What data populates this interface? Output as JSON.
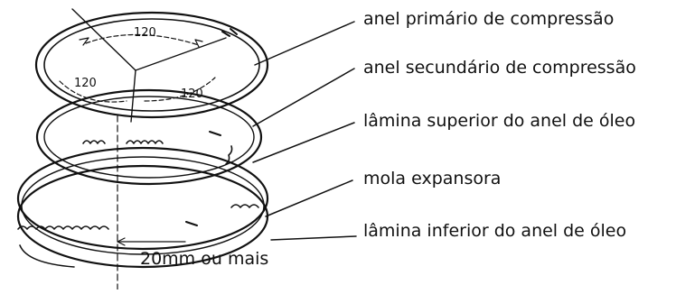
{
  "labels": {
    "ring1": "anel primário de compressão",
    "ring2": "anel secundário de compressão",
    "ring3": "lâmina superior do anel de óleo",
    "ring4": "mola expansora",
    "ring5": "lâmina inferior do anel de óleo",
    "gap": "20mm ou mais"
  },
  "angles": {
    "top": "120",
    "left": "120",
    "right": "120"
  },
  "colors": {
    "ink": "#111111",
    "background": "#ffffff"
  }
}
